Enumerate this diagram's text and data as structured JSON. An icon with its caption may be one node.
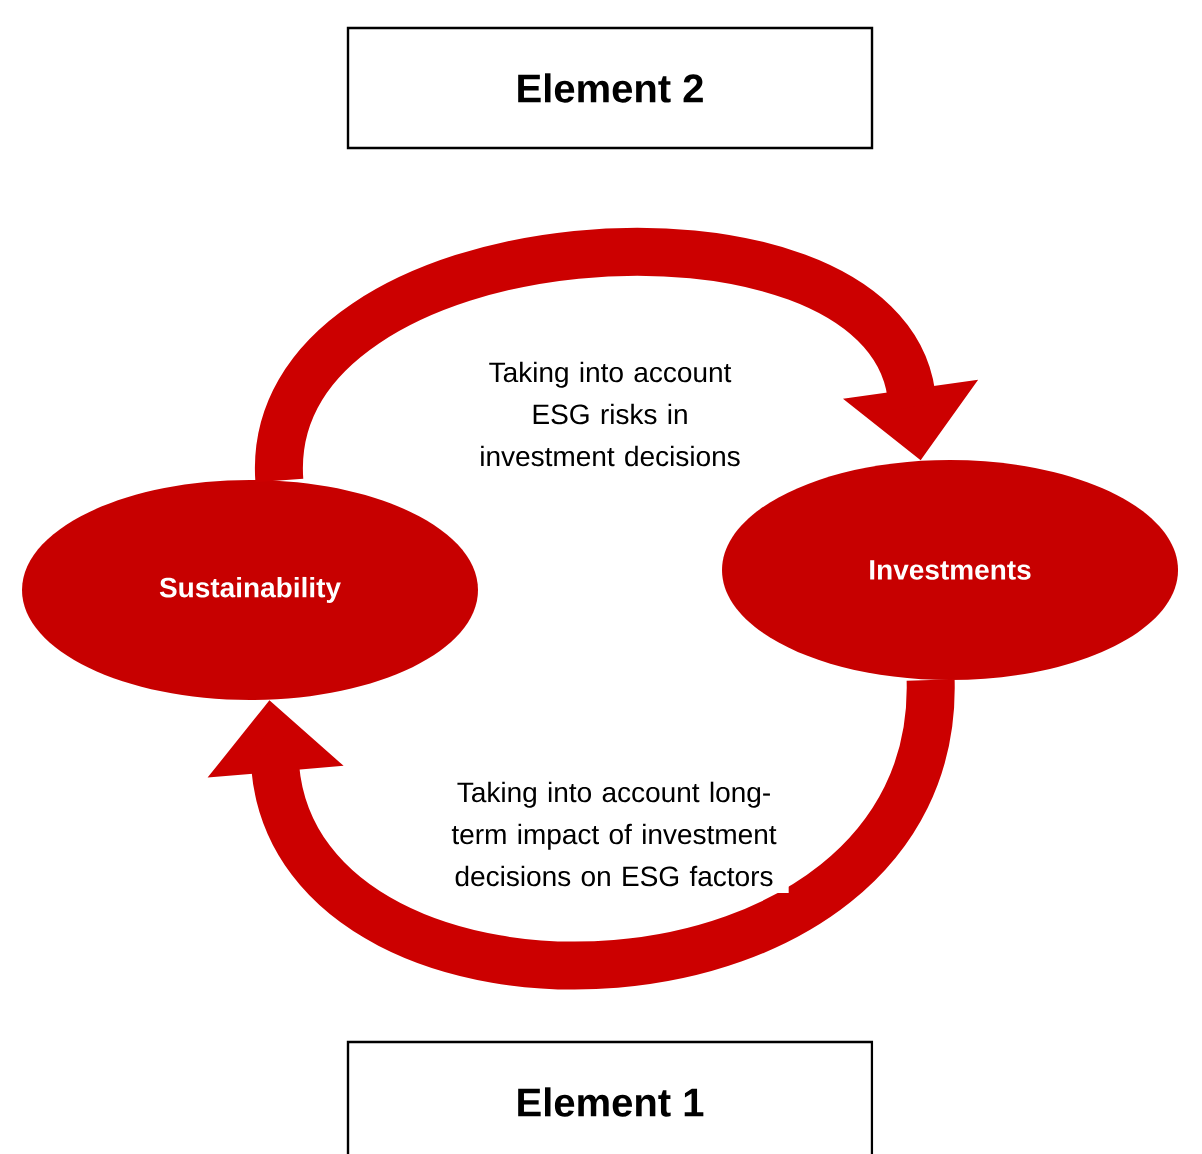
{
  "diagram": {
    "nodes": [
      {
        "text": [
          "Element 2"
        ]
      },
      {
        "text": [
          "Sustainability"
        ]
      },
      {
        "text": [
          "Investments"
        ]
      },
      {
        "text": [
          "Element 1"
        ]
      }
    ],
    "edges": [
      {
        "from": 1,
        "to": 2,
        "arrow": "to",
        "label": "Taking into account ESG risks in investment decisions"
      },
      {
        "from": 2,
        "to": 1,
        "arrow": "to",
        "label": "Taking into account long-term impact of investment decisions on ESG factors"
      }
    ]
  }
}
